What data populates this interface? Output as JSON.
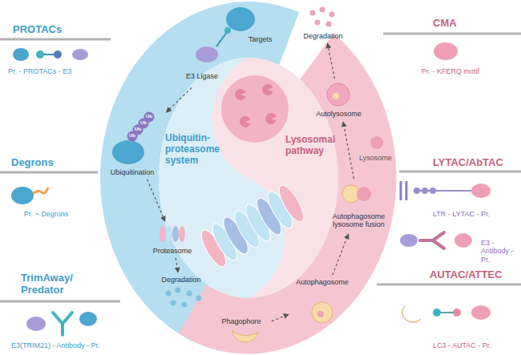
{
  "diagram": {
    "nodes": [
      {
        "text": [
          "Targets",
          "E3 Ligase"
        ]
      },
      {
        "text": [
          "Ubiquitination"
        ]
      },
      {
        "text": [
          "Proteasome"
        ]
      },
      {
        "text": [
          "Degradation"
        ]
      },
      {
        "text": [
          "Phagophore"
        ]
      },
      {
        "text": [
          "Autophagosome"
        ]
      },
      {
        "text": [
          "Autophagosome lysosome fusion"
        ]
      },
      {
        "text": [
          "Autolysosome"
        ]
      },
      {
        "text": [
          "Degradation"
        ]
      }
    ],
    "edges": [
      {
        "from": 0,
        "to": 1,
        "arrow": "to"
      },
      {
        "from": 1,
        "to": 2,
        "arrow": "to"
      },
      {
        "from": 2,
        "to": 3,
        "arrow": "to"
      },
      {
        "from": 4,
        "to": 5,
        "arrow": "to"
      },
      {
        "from": 5,
        "to": 6,
        "arrow": "to"
      },
      {
        "from": 6,
        "to": 7,
        "arrow": "to"
      },
      {
        "from": 7,
        "to": 8,
        "arrow": "to"
      }
    ],
    "labels": [
      "PROTACs",
      "Pr. - PROTACs - E3",
      "Degrons",
      "Pr. ~ Degrons",
      "TrimAway/ Predator",
      "E3(TRIM21) - Antibody - Pr.",
      "Ubiquitin-proteasome system",
      "Ub",
      "Ub",
      "Ub",
      "Ub",
      "CMA",
      "Pr. - KFERQ motif",
      "LYTAC/AbTAC",
      "LTR - LYTAC - Pr.",
      "E3 - Antibody - Pr.",
      "AUTAC/ATTEC",
      "LC3 - AUTAC - Pr.",
      "Lysosomal pathway",
      "Lysosome"
    ]
  }
}
